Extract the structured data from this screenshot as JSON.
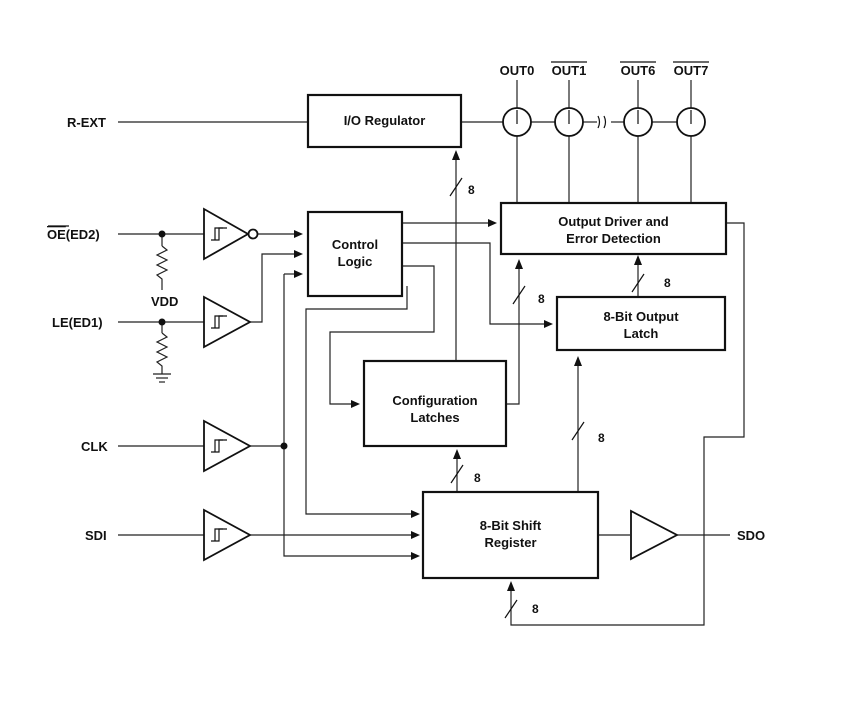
{
  "inputs": {
    "rext": "R-EXT",
    "oe_prefix": "OE",
    "oe_suffix": "(ED2)",
    "vdd": "VDD",
    "le": "LE(ED1)",
    "clk": "CLK",
    "sdi": "SDI"
  },
  "outputs": {
    "out0": "OUT0",
    "out1": "OUT1",
    "out6": "OUT6",
    "out7": "OUT7",
    "sdo": "SDO"
  },
  "blocks": {
    "io_regulator": "I/O Regulator",
    "control_logic_1": "Control",
    "control_logic_2": "Logic",
    "output_driver_1": "Output Driver and",
    "output_driver_2": "Error Detection",
    "output_latch_1": "8-Bit Output",
    "output_latch_2": "Latch",
    "config_1": "Configuration",
    "config_2": "Latches",
    "shift_1": "8-Bit Shift",
    "shift_2": "Register"
  },
  "bus_widths": {
    "config_to_regulator": "8",
    "config_to_driver": "8",
    "latch_to_driver": "8",
    "shift_to_latch": "8",
    "shift_to_config": "8",
    "driver_to_shift": "8"
  }
}
